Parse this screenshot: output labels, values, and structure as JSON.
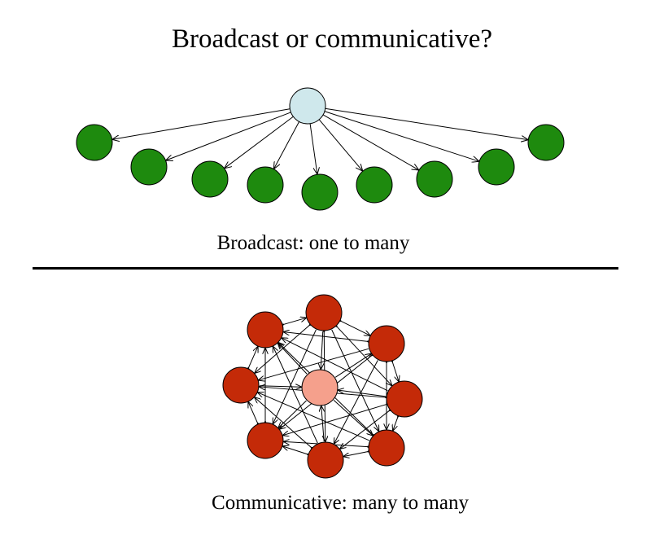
{
  "title": "Broadcast or communicative?",
  "broadcast": {
    "caption": "Broadcast: one to many",
    "source_color": "#cfe8ec",
    "node_color": "#1e8a0e",
    "receiver_count": 9
  },
  "communicative": {
    "caption": "Communicative: many to many",
    "outer_node_color": "#c42a08",
    "center_node_color": "#f5a08c",
    "outer_node_count": 8
  },
  "colors": {
    "stroke": "#000000",
    "divider": "#000000"
  }
}
